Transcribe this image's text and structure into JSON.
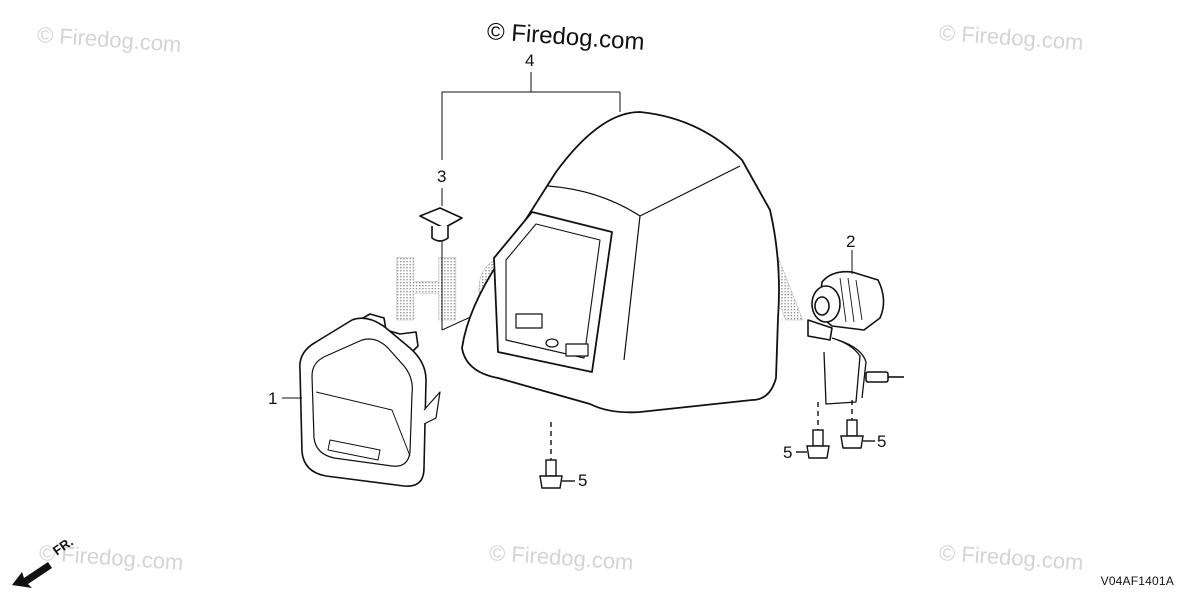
{
  "watermarks": {
    "main": "© Firedog.com",
    "faint": [
      "© Firedog.com",
      "© Firedog.com",
      "© Firedog.com",
      "© Firedog.com",
      "© Firedog.com"
    ]
  },
  "brand_watermark": "HONDA",
  "callouts": [
    "1",
    "2",
    "3",
    "4",
    "5",
    "5",
    "5"
  ],
  "direction_label": "FR.",
  "diagram_code": "V04AF1401A",
  "parts": [
    "tail-light-lens",
    "rear-hood",
    "cap-nut",
    "horn",
    "bolt"
  ]
}
